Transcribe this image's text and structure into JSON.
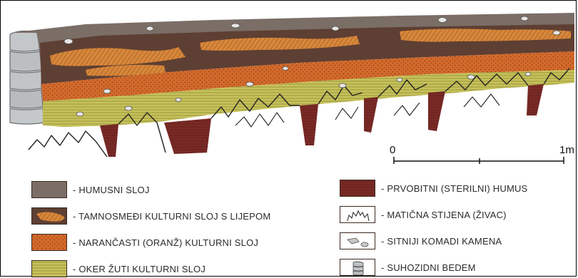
{
  "scale": {
    "start": "0",
    "end": "1m"
  },
  "legend": {
    "left": [
      {
        "label": "- HUMUSNI SLOJ",
        "swatch": "humus",
        "color": "#7a6e67"
      },
      {
        "label": "- TAMNOSMEĐI KULTURNI SLOJ S LIJEPOM",
        "swatch": "dark-brown-daub",
        "color": "#5e3f33"
      },
      {
        "label": "- NARANČASTI (ORANŽ) KULTURNI SLOJ",
        "swatch": "orange",
        "color": "#d2692b"
      },
      {
        "label": "- OKER ŽUTI KULTURNI SLOJ",
        "swatch": "ochre",
        "color": "#c7c25a"
      }
    ],
    "right": [
      {
        "label": "- PRVOBITNI (STERILNI) HUMUS",
        "swatch": "sterile-humus",
        "color": "#7a2a26"
      },
      {
        "label": "- MATIČNA STIJENA (ŽIVAC)",
        "swatch": "bedrock",
        "color": "#ffffff"
      },
      {
        "label": "- SITNIJI KOMADI KAMENA",
        "swatch": "stones",
        "color": "#c9c7c4"
      },
      {
        "label": "- SUHOZIDNI BEDEM",
        "swatch": "dry-wall",
        "color": "#bfc2c4"
      }
    ]
  }
}
